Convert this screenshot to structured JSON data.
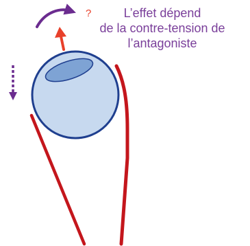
{
  "caption": {
    "line1": "L’effet dépend",
    "line2": "de la contre-tension de",
    "line3": "l’antagoniste"
  },
  "question_mark": "?",
  "colors": {
    "caption_text": "#7a3f9a",
    "question_mark": "#e8402a",
    "eyeball_fill": "#c7d9ef",
    "eyeball_stroke": "#1f3f8f",
    "cornea_fill": "#7ea3d4",
    "muscle": "#c4161c",
    "rotation_arrow": "#6b2c8f",
    "up_arrow": "#e8402a",
    "dashed_arrow": "#6b2c8f"
  },
  "icons": {
    "rotation_arrow": "curved-rotation-arrow-icon",
    "upward_arrow": "up-arrow-icon",
    "downward_arrow": "dashed-down-arrow-icon"
  }
}
